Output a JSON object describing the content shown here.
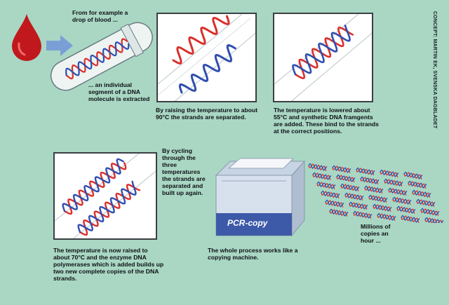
{
  "captions": {
    "blood_intro": "From for example a drop of blood ...",
    "segment": "... an individual segment of a DNA molecule is extracted",
    "raise_temp": "By raising the temperature to about 90°C the strands are separated.",
    "lower_temp": "The temperature is lowered about 55°C and synthetic DNA framgents are added. These bind to the strands at the correct positions.",
    "cycling": "By cycling through the three temperatures the strands are separated and built up again.",
    "polymerase": "The temperature is now raised to about 70°C and the enzyme DNA polymerases which is added builds up two new complete copies of the DNA strands.",
    "copying_machine": "The whole process works like a copying machine.",
    "millions": "Millions of copies an hour ..."
  },
  "machine_label": "PCR-copy",
  "credit": "CONCEPT: MARTIN EK, SVENSKA DAGBLADET",
  "colors": {
    "background": "#a9d7c4",
    "strand_red": "#d9302c",
    "strand_blue": "#2f4fb0",
    "blood": "#c0181c",
    "arrow": "#7a9fd6",
    "machine": "#d7e1ee",
    "panel_border": "#3a3f44"
  }
}
